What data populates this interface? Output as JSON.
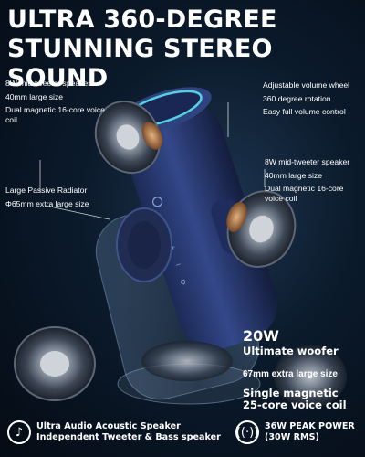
{
  "headline": {
    "line1": "ULTRA 360-DEGREE",
    "line2": "STUNNING STEREO SOUND"
  },
  "callouts": {
    "top_left": [
      "8W mid-tweeter speaker",
      "40mm large size",
      "Dual magnetic 16-core voice coil"
    ],
    "top_right": [
      "Adjustable volume wheel",
      "360 degree rotation",
      "Easy full volume control"
    ],
    "mid_left": [
      "Large Passive Radiator",
      "Φ65mm extra large size"
    ],
    "mid_right": [
      "8W mid-tweeter speaker",
      "40mm large size",
      "Dual magnetic 16-core voice coil"
    ]
  },
  "woofer": {
    "power": "20W",
    "name": "Ultimate woofer",
    "size": "67mm extra large size",
    "coil_line1": "Single magnetic",
    "coil_line2": "25-core voice coil"
  },
  "features": {
    "left_icon": "music-note-icon",
    "left_line1": "Ultra Audio Acoustic Speaker",
    "left_line2": "Independent Tweeter & Bass speaker",
    "right_icon": "sound-waves-icon",
    "right_line1": "36W PEAK POWER",
    "right_line2": "(30W RMS)"
  },
  "colors": {
    "background": "#0b1a2b",
    "speaker_body": "#2b3f78",
    "accent_ring": "#54d0e0",
    "copper": "#b0784a"
  }
}
